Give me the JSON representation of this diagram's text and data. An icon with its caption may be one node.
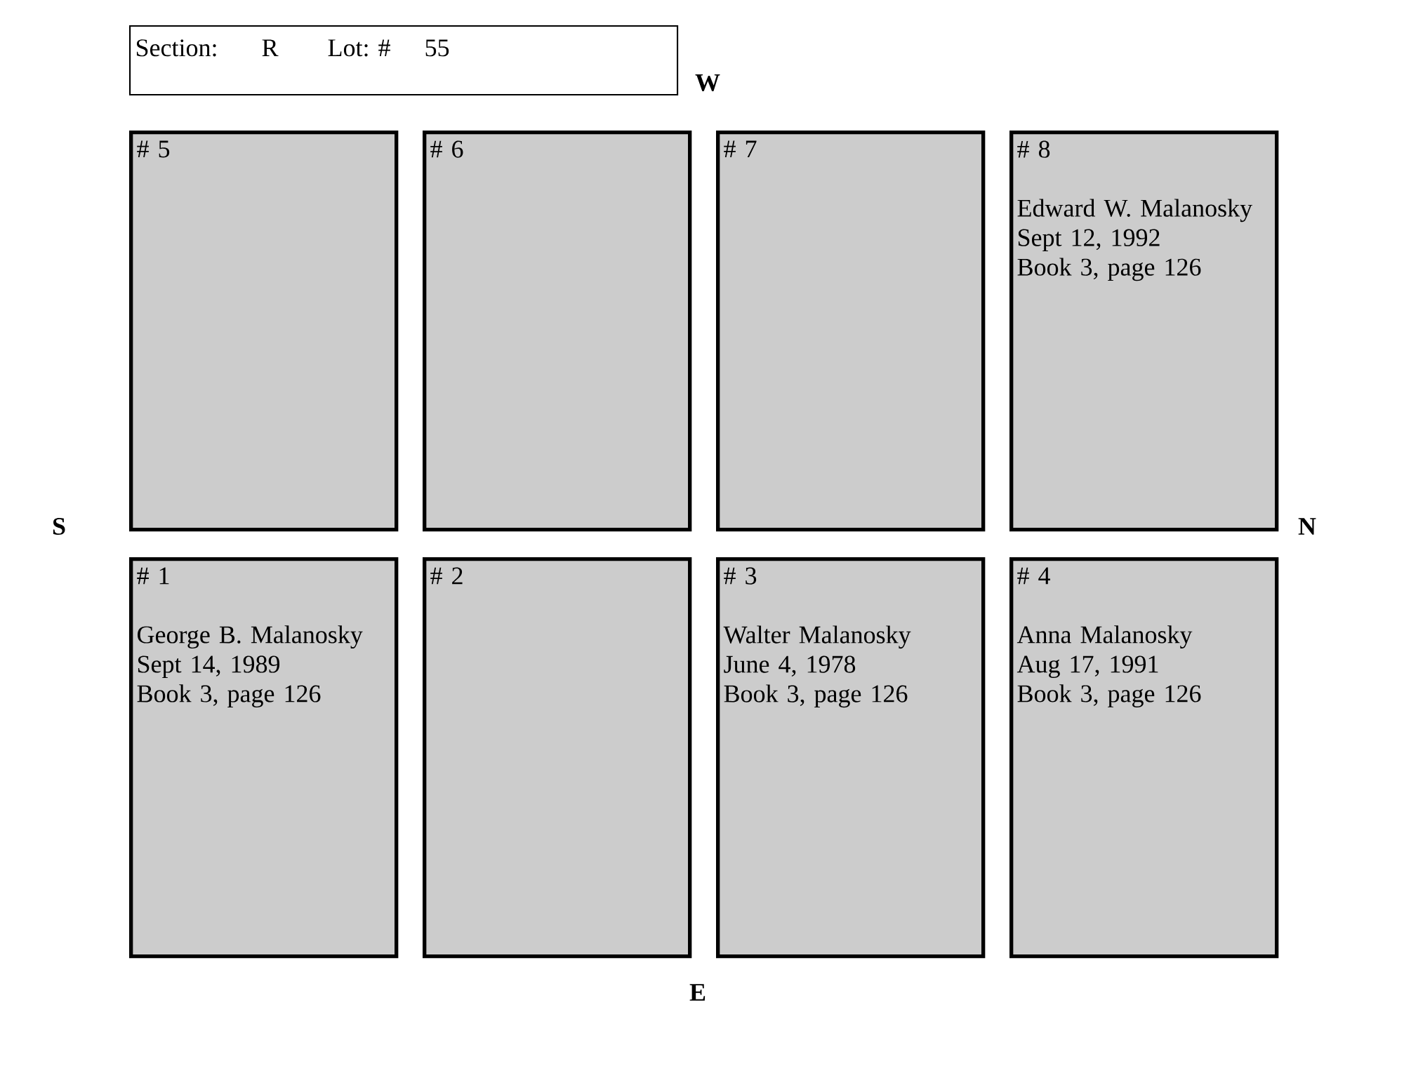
{
  "diagram": {
    "nodes": [
      {
        "text": [
          "Section:",
          "R",
          "Lot: #",
          "55"
        ]
      },
      {
        "text": [
          "# 5"
        ]
      },
      {
        "text": [
          "# 6"
        ]
      },
      {
        "text": [
          "# 7"
        ]
      },
      {
        "text": [
          "# 8",
          "Edward W. Malanosky",
          "Sept 12, 1992",
          "Book 3, page 126"
        ]
      },
      {
        "text": [
          "# 1",
          "George B. Malanosky",
          "Sept 14, 1989",
          "Book 3, page 126"
        ]
      },
      {
        "text": [
          "# 2"
        ]
      },
      {
        "text": [
          "# 3",
          "Walter Malanosky",
          "June 4, 1978",
          "Book 3, page 126"
        ]
      },
      {
        "text": [
          "# 4",
          "Anna Malanosky",
          "Aug 17, 1991",
          "Book 3, page 126"
        ]
      }
    ],
    "labels": [
      "W",
      "S",
      "N",
      "E"
    ]
  }
}
